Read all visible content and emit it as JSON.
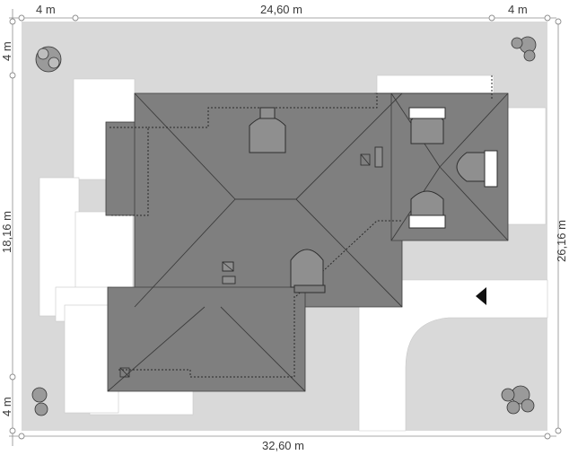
{
  "plot": {
    "dimensions": {
      "top_left_margin": "4 m",
      "top_width": "24,60 m",
      "top_right_margin": "4 m",
      "left_top_margin": "4 m",
      "left_height": "18,16 m",
      "left_bottom_margin": "4 m",
      "right_height": "26,16 m",
      "bottom_width": "32,60 m"
    },
    "colors": {
      "plot_ground": "#d9d9d9",
      "paving": "#ffffff",
      "roof": "#7f7f7f",
      "roof_lines": "#3c3c3c",
      "tree": "#8a8a8a"
    },
    "icons": [
      "tree-icon",
      "entrance-arrow-icon",
      "chimney-icon",
      "skylight-icon",
      "dormer-icon"
    ]
  }
}
